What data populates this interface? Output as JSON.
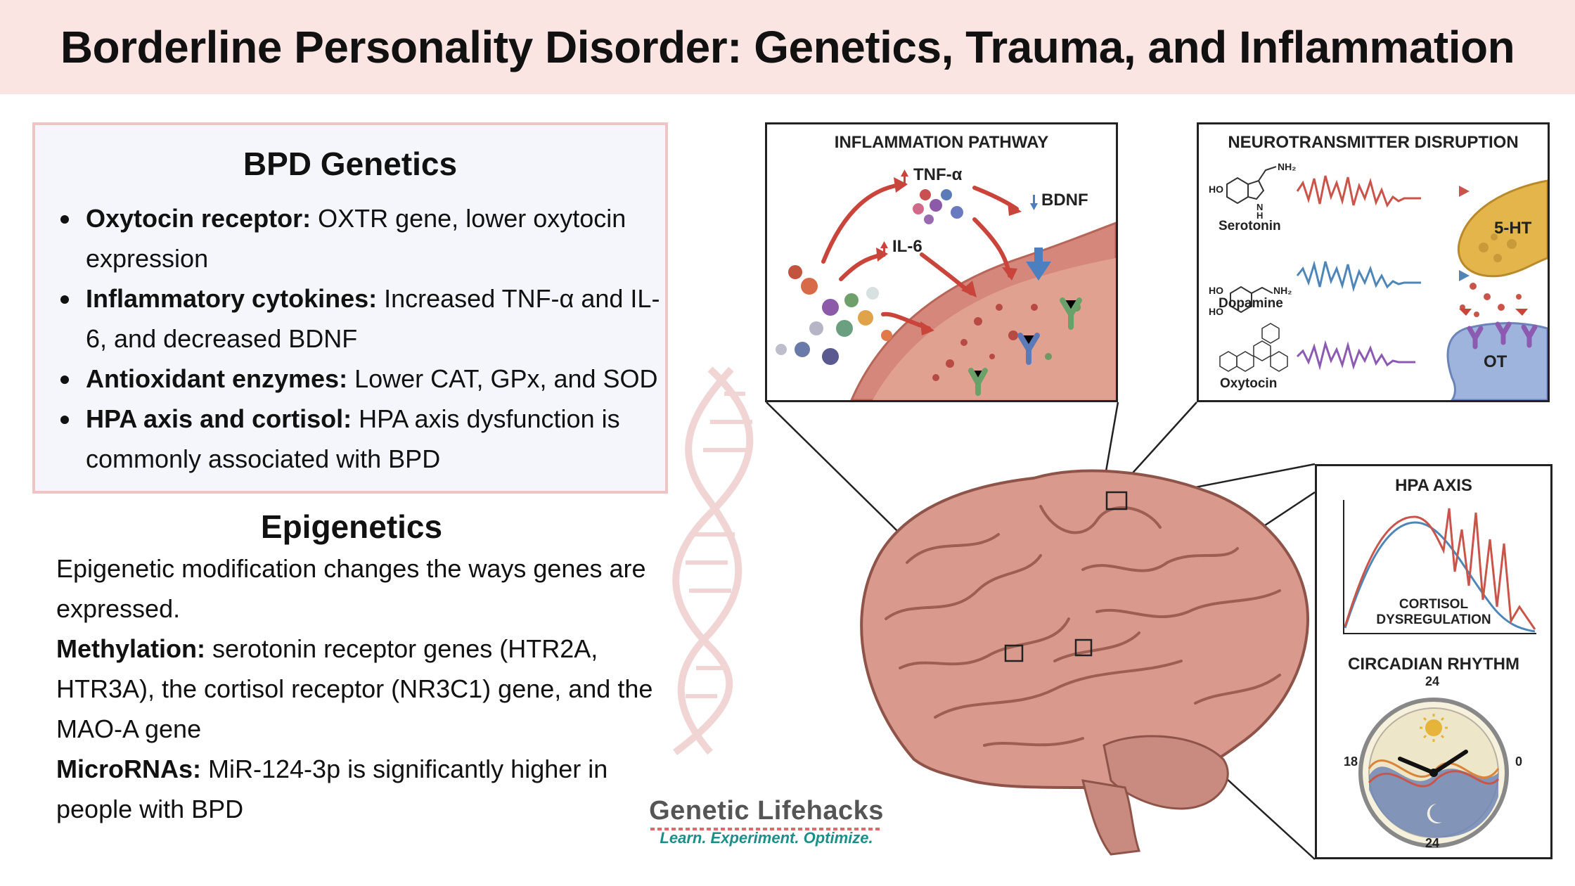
{
  "title": "Borderline Personality Disorder: Genetics, Trauma, and Inflammation",
  "genetics": {
    "heading": "BPD Genetics",
    "items": [
      {
        "term": "Oxytocin receptor:",
        "text": " OXTR gene, lower oxytocin expression"
      },
      {
        "term": "Inflammatory cytokines:",
        "text": " Increased TNF-α and IL-6, and decreased BDNF"
      },
      {
        "term": "Antioxidant enzymes:",
        "text": " Lower  CAT, GPx, and SOD"
      },
      {
        "term": "HPA axis and cortisol:",
        "text": " HPA axis dysfunction is commonly associated with BPD"
      }
    ]
  },
  "epigenetics": {
    "heading": "Epigenetics",
    "intro": "Epigenetic modification changes the ways genes are expressed.",
    "methylation_term": "Methylation:",
    "methylation_text": " serotonin receptor genes (HTR2A, HTR3A), the cortisol receptor (NR3C1) gene, and the MAO-A gene",
    "micro_term": "MicroRNAs:",
    "micro_text": " MiR-124-3p is significantly higher in people with BPD"
  },
  "inflammation": {
    "title": "INFLAMMATION PATHWAY",
    "tnf": "TNF-α",
    "il6": "IL-6",
    "bdnf": "BDNF",
    "colors": {
      "up": "#c9443a",
      "down": "#4b7fc0"
    }
  },
  "neuro": {
    "title": "NEUROTRANSMITTER DISRUPTION",
    "serotonin": "Serotonin",
    "dopamine": "Dopamine",
    "oxytocin": "Oxytocin",
    "ht": "5-HT",
    "ot": "OT",
    "nh2": "NH₂",
    "ho": "HO",
    "h": "H",
    "n": "N"
  },
  "hpa": {
    "title": "HPA AXIS",
    "cortisol_line1": "CORTISOL",
    "cortisol_line2": "DYSREGULATION"
  },
  "circadian": {
    "title": "CIRCADIAN RHYTHM",
    "top": "24",
    "bottom": "24",
    "left": "18",
    "right": "0"
  },
  "brand": {
    "name": "Genetic Lifehacks",
    "tagline": "Learn. Experiment. Optimize."
  }
}
